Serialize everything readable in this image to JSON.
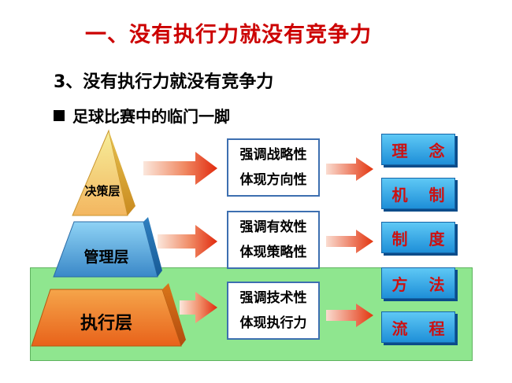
{
  "title": "一、没有执行力就没有竞争力",
  "subtitle": "3、没有执行力就没有竞争力",
  "bullet": "足球比赛中的临门一脚",
  "pyramid_levels": [
    {
      "label": "决策层"
    },
    {
      "label": "管理层"
    },
    {
      "label": "执行层"
    }
  ],
  "middle_boxes": [
    {
      "line1": "强调战略性",
      "line2": "体现方向性"
    },
    {
      "line1": "强调有效性",
      "line2": "体现策略性"
    },
    {
      "line1": "强调技术性",
      "line2": "体现执行力"
    }
  ],
  "right_items": [
    "理 念",
    "机 制",
    "制 度",
    "方 法",
    "流 程"
  ],
  "colors": {
    "title": "#cc0000",
    "right_text": "#cc1111",
    "green_band": "#8fe68f",
    "arrow": "#e83a1a"
  }
}
